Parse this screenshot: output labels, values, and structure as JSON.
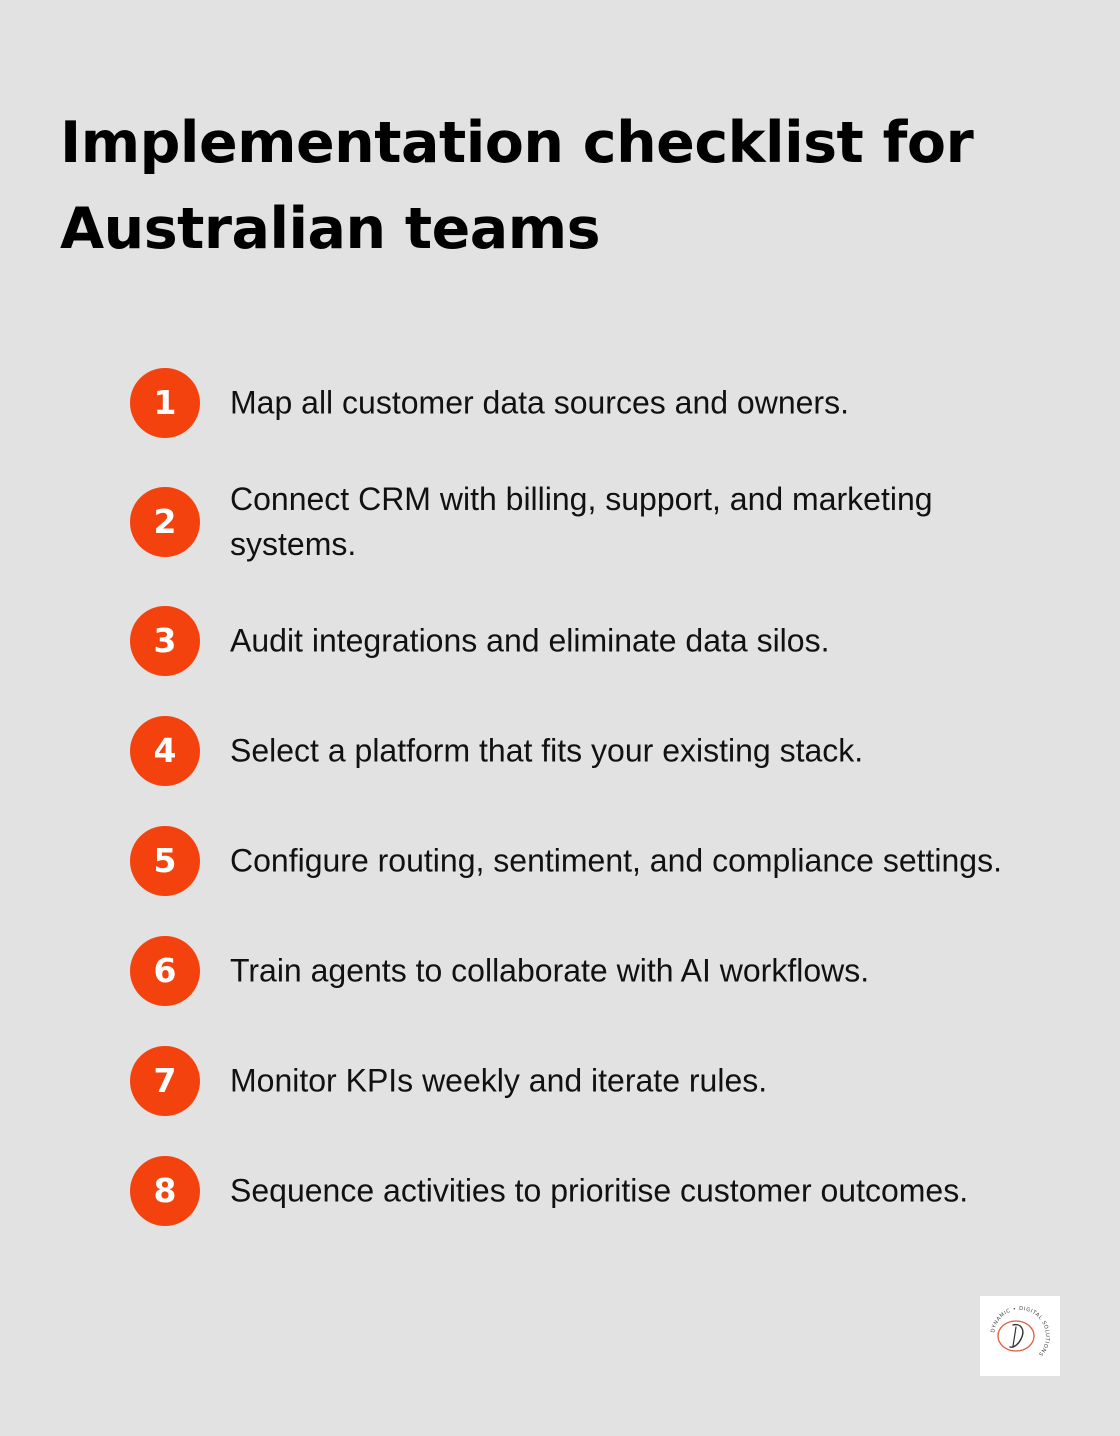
{
  "title": "Implementation checklist for Australian teams",
  "items": [
    {
      "number": "1",
      "text": "Map all customer data sources and owners."
    },
    {
      "number": "2",
      "text": "Connect CRM with billing, support, and marketing systems."
    },
    {
      "number": "3",
      "text": "Audit integrations and eliminate data silos."
    },
    {
      "number": "4",
      "text": "Select a platform that fits your existing stack."
    },
    {
      "number": "5",
      "text": "Configure routing, sentiment, and compliance settings."
    },
    {
      "number": "6",
      "text": "Train agents to collaborate with AI workflows."
    },
    {
      "number": "7",
      "text": "Monitor KPIs weekly and iterate rules."
    },
    {
      "number": "8",
      "text": "Sequence activities to prioritise customer outcomes."
    }
  ],
  "logo": {
    "icon": "dynamic-digital-solutions-logo-icon",
    "text": "DYNAMIC • DIGITAL SOLUTIONS"
  },
  "colors": {
    "background": "#e1e2e1",
    "accent": "#f4420f",
    "text": "#000000"
  }
}
